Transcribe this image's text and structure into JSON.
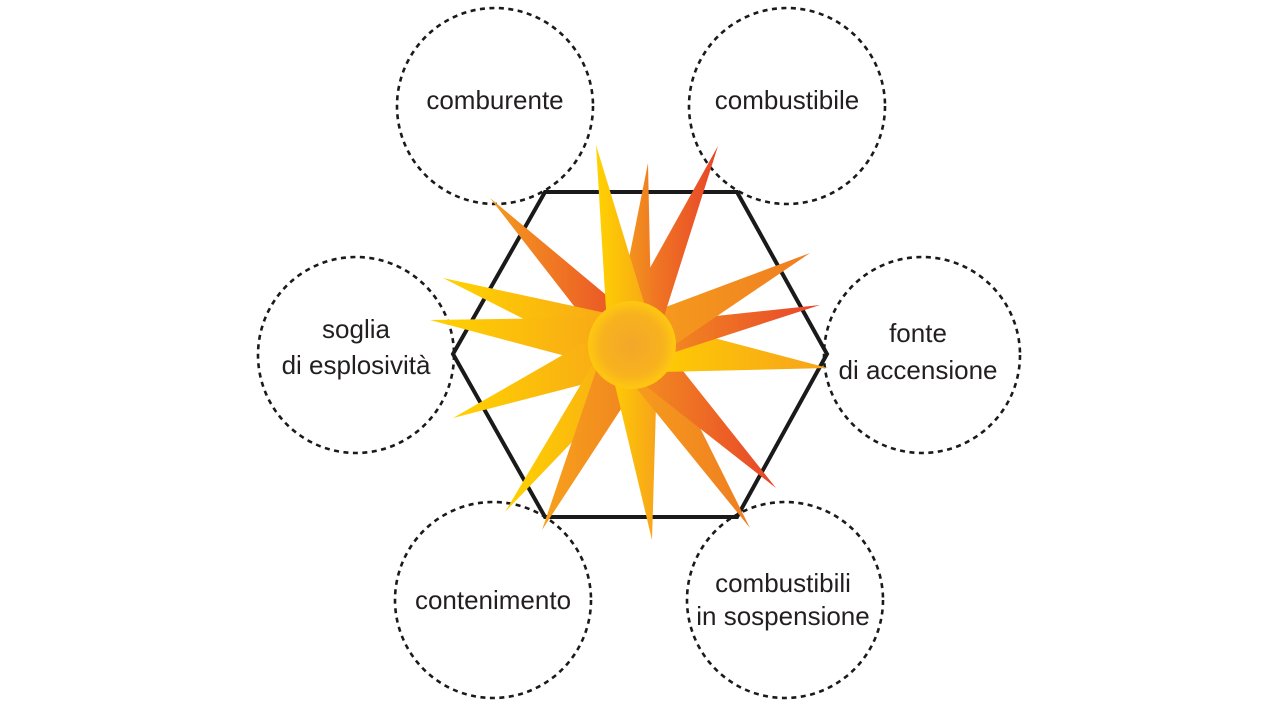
{
  "diagram": {
    "nodes": [
      {
        "id": "comburente",
        "lines": [
          "comburente"
        ]
      },
      {
        "id": "combustibile",
        "lines": [
          "combustibile"
        ]
      },
      {
        "id": "fonte-di-accensione",
        "lines": [
          "fonte",
          "di accensione"
        ]
      },
      {
        "id": "combustibili-in-sospensione",
        "lines": [
          "combustibili",
          "in sospensione"
        ]
      },
      {
        "id": "contenimento",
        "lines": [
          "contenimento"
        ]
      },
      {
        "id": "soglia-di-esplosivita",
        "lines": [
          "soglia",
          "di esplosività"
        ]
      }
    ],
    "colors": {
      "outline": "#1a1a1a",
      "text": "#231f20",
      "burst_yellow": "#ffd200",
      "burst_orange": "#f7a21b",
      "burst_red": "#e8442a"
    },
    "center_icon": "explosion-burst-icon"
  }
}
